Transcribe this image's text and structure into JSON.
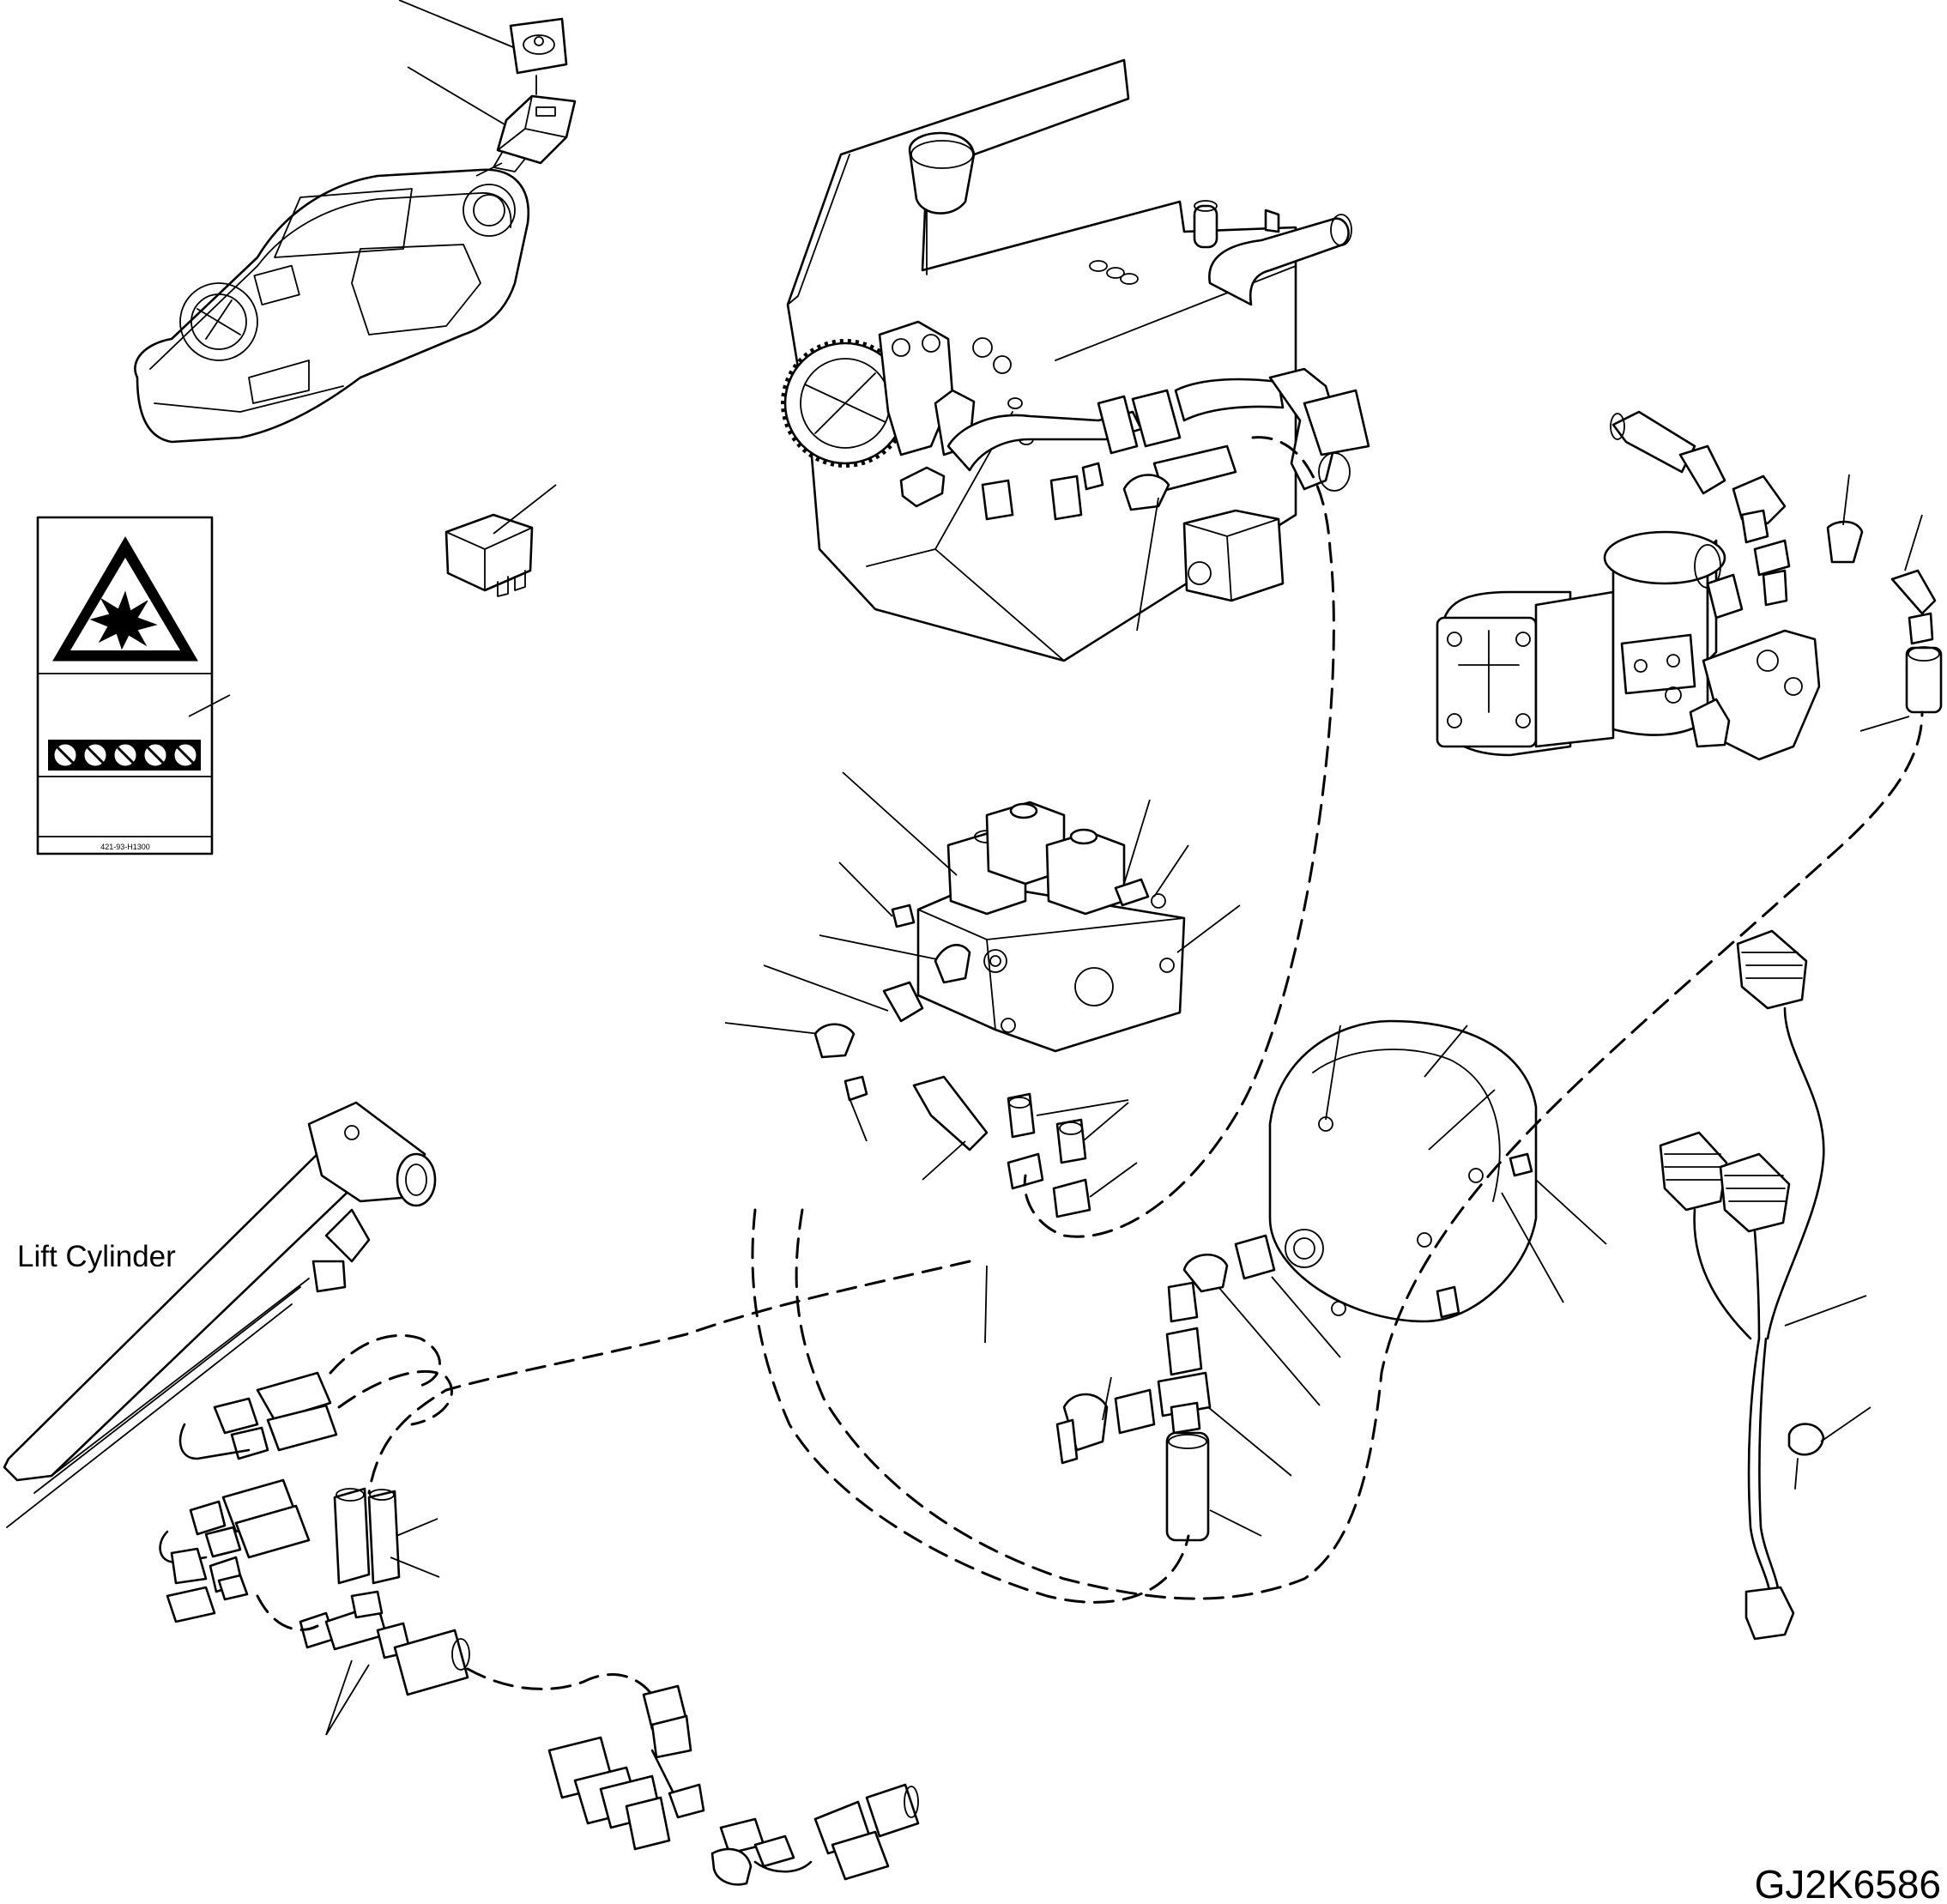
{
  "labels": {
    "lift_cylinder": "Lift Cylinder",
    "drawing_code": "GJ2K6586",
    "decal_part_number": "421-93-H1300"
  }
}
